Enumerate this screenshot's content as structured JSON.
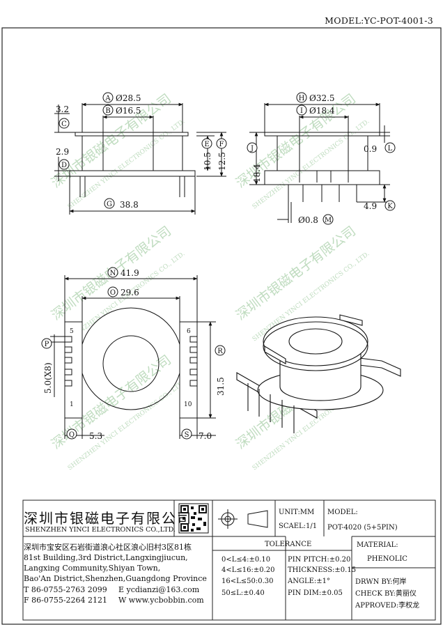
{
  "header": {
    "model_code": "MODEL:YC-POT-4001-3"
  },
  "watermark": {
    "cn": "深圳市银磁电子有限公司",
    "en": "SHENZHEN YINCI ELECTRONICS CO., LTD."
  },
  "dimensions": {
    "A": "Ø28.5",
    "B": "Ø16.5",
    "C": "3.2",
    "D": "2.9",
    "E": "10.5",
    "F": "12.5",
    "G": "38.8",
    "H": "Ø32.5",
    "I": "Ø18.4",
    "J": "18.4",
    "K": "4.9",
    "L": "0.9",
    "M": "Ø0.8",
    "N": "41.9",
    "O": "29.6",
    "P": "5.0(X8)",
    "R": "31.5",
    "Q": "5.3",
    "S": "7.0"
  },
  "pins": {
    "p5": "5",
    "p1": "1",
    "p6": "6",
    "p10": "10"
  },
  "title_block": {
    "company_cn": "深圳市银磁电子有限公司",
    "company_en": "SHENZHEN YINCI ELECTRONICS CO.,LTD.",
    "address_cn": "深圳市宝安区石岩街道浪心社区浪心旧村3区81栋",
    "address_en1": "81st Building,3rd District,Langxingjiucun,",
    "address_en2": "Langxing Community,Shiyan Town,",
    "address_en3": "Bao'An District,Shenzhen,Guangdong Province",
    "tel": "T 86-0755-2763 2099",
    "fax": "F 86-0755-2264 2121",
    "email": "E ycdianzi@163.com",
    "web": "W www.ycbobbin.com",
    "unit": "UNIT:MM",
    "scale": "SCAEL:1/1",
    "model_label": "MODEL:",
    "model_value": "POT-4020 (5+5PIN)",
    "tolerance_title": "TOLERANCE",
    "tol": [
      "0<L≤4:±0.10",
      "4<L≤16:±0.20",
      "16<L≤50:0.30",
      "50≤L:±0.40"
    ],
    "pin_pitch": "PIN PITCH:±0.20",
    "thickness": "THICKNESS:±0.15",
    "angle": "ANGLE:±1°",
    "pin_dim": "PIN DIM:±0.05",
    "material_label": "MATERIAL:",
    "material_value": "PHENOLIC",
    "drawn_by": "DRWN BY:何岸",
    "check_by": "CHECK BY:黄丽仪",
    "approved": "APPROVED:李权龙"
  }
}
